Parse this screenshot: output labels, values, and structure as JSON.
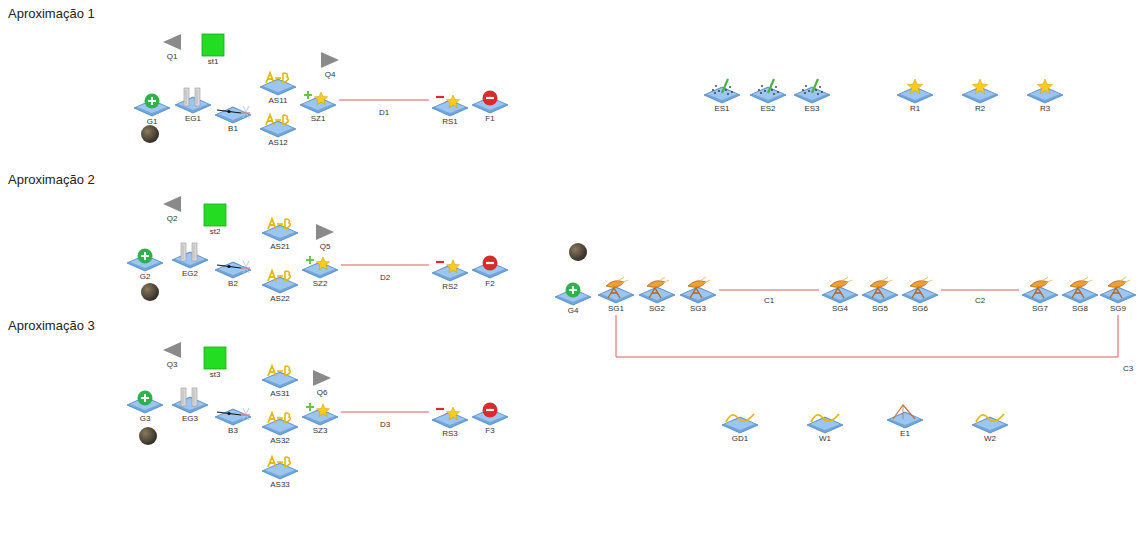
{
  "diagram": {
    "nodes": [
      {
        "text": [
          "Q1"
        ]
      },
      {
        "text": [
          "st1"
        ]
      },
      {
        "text": [
          "AS11"
        ]
      },
      {
        "text": [
          "Q4"
        ]
      },
      {
        "text": [
          "G1"
        ]
      },
      {
        "text": [
          "EG1"
        ]
      },
      {
        "text": [
          "B1"
        ]
      },
      {
        "text": [
          "SZ1"
        ]
      },
      {
        "text": [
          "RS1"
        ]
      },
      {
        "text": [
          "F1"
        ]
      },
      {
        "text": [
          "AS12"
        ]
      },
      {
        "text": [
          "ES1"
        ]
      },
      {
        "text": [
          "ES2"
        ]
      },
      {
        "text": [
          "ES3"
        ]
      },
      {
        "text": [
          "R1"
        ]
      },
      {
        "text": [
          "R2"
        ]
      },
      {
        "text": [
          "R3"
        ]
      },
      {
        "text": [
          "Q2"
        ]
      },
      {
        "text": [
          "st2"
        ]
      },
      {
        "text": [
          "AS21"
        ]
      },
      {
        "text": [
          "Q5"
        ]
      },
      {
        "text": [
          "G2"
        ]
      },
      {
        "text": [
          "EG2"
        ]
      },
      {
        "text": [
          "B2"
        ]
      },
      {
        "text": [
          "SZ2"
        ]
      },
      {
        "text": [
          "RS2"
        ]
      },
      {
        "text": [
          "F2"
        ]
      },
      {
        "text": [
          "AS22"
        ]
      },
      {
        "text": [
          "G4"
        ]
      },
      {
        "text": [
          "SG1"
        ]
      },
      {
        "text": [
          "SG2"
        ]
      },
      {
        "text": [
          "SG3"
        ]
      },
      {
        "text": [
          "SG4"
        ]
      },
      {
        "text": [
          "SG5"
        ]
      },
      {
        "text": [
          "SG6"
        ]
      },
      {
        "text": [
          "SG7"
        ]
      },
      {
        "text": [
          "SG8"
        ]
      },
      {
        "text": [
          "SG9"
        ]
      },
      {
        "text": [
          "Q3"
        ]
      },
      {
        "text": [
          "st3"
        ]
      },
      {
        "text": [
          "AS31"
        ]
      },
      {
        "text": [
          "Q6"
        ]
      },
      {
        "text": [
          "G3"
        ]
      },
      {
        "text": [
          "EG3"
        ]
      },
      {
        "text": [
          "B3"
        ]
      },
      {
        "text": [
          "SZ3"
        ]
      },
      {
        "text": [
          "RS3"
        ]
      },
      {
        "text": [
          "F3"
        ]
      },
      {
        "text": [
          "AS32"
        ]
      },
      {
        "text": [
          "AS33"
        ]
      },
      {
        "text": [
          "GD1"
        ]
      },
      {
        "text": [
          "W1"
        ]
      },
      {
        "text": [
          "E1"
        ]
      },
      {
        "text": [
          "W2"
        ]
      }
    ],
    "edges": [
      {
        "from": 7,
        "to": 8,
        "arrow": "none",
        "label": "D1"
      },
      {
        "from": 24,
        "to": 25,
        "arrow": "none",
        "label": "D2"
      },
      {
        "from": 45,
        "to": 46,
        "arrow": "none",
        "label": "D3"
      },
      {
        "from": 31,
        "to": 32,
        "arrow": "none",
        "label": "C1"
      },
      {
        "from": 34,
        "to": 35,
        "arrow": "none",
        "label": "C2"
      },
      {
        "from": 29,
        "to": 37,
        "arrow": "none",
        "label": "C3"
      }
    ],
    "labels": [
      "Aproximação 1",
      "Aproximação 2",
      "Aproximação 3"
    ]
  }
}
